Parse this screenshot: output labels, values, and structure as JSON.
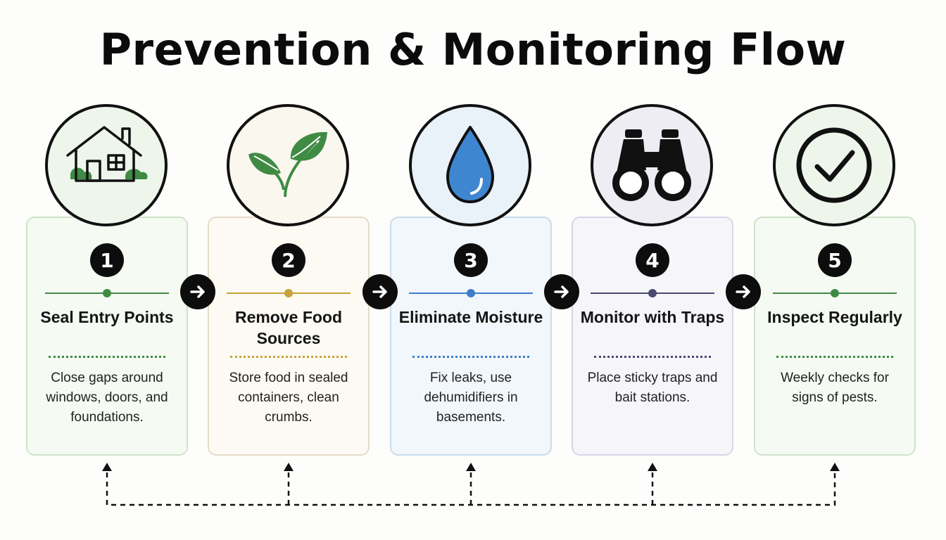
{
  "title": "Prevention & Monitoring Flow",
  "steps": [
    {
      "number": "1",
      "heading": "Seal Entry Points",
      "description": "Close gaps around windows, doors, and foundations.",
      "icon": "house-icon",
      "card_border": "#cfe3c9",
      "card_bg": "#f5faf3",
      "circle_bg": "#eef6ec",
      "accent": "#3f8b43"
    },
    {
      "number": "2",
      "heading": "Remove Food Sources",
      "description": "Store food in sealed containers, clean crumbs.",
      "icon": "leaf-icon",
      "card_border": "#e6dcc4",
      "card_bg": "#fcfaf3",
      "circle_bg": "#faf7ef",
      "accent": "#c8a23a"
    },
    {
      "number": "3",
      "heading": "Eliminate Moisture",
      "description": "Fix leaks, use dehumidifiers in basements.",
      "icon": "water-drop-icon",
      "card_border": "#c9dcec",
      "card_bg": "#f2f7fc",
      "circle_bg": "#e9f1f9",
      "accent": "#3f7ec6"
    },
    {
      "number": "4",
      "heading": "Monitor with Traps",
      "description": "Place sticky traps and bait stations.",
      "icon": "binoculars-icon",
      "card_border": "#d8d6e6",
      "card_bg": "#f6f5fa",
      "circle_bg": "#eeedf4",
      "accent": "#4a4a72"
    },
    {
      "number": "5",
      "heading": "Inspect Regularly",
      "description": "Weekly checks for signs of pests.",
      "icon": "checkmark-icon",
      "card_border": "#cfe3c9",
      "card_bg": "#f5faf3",
      "circle_bg": "#eef6ec",
      "accent": "#3f8b43"
    }
  ]
}
